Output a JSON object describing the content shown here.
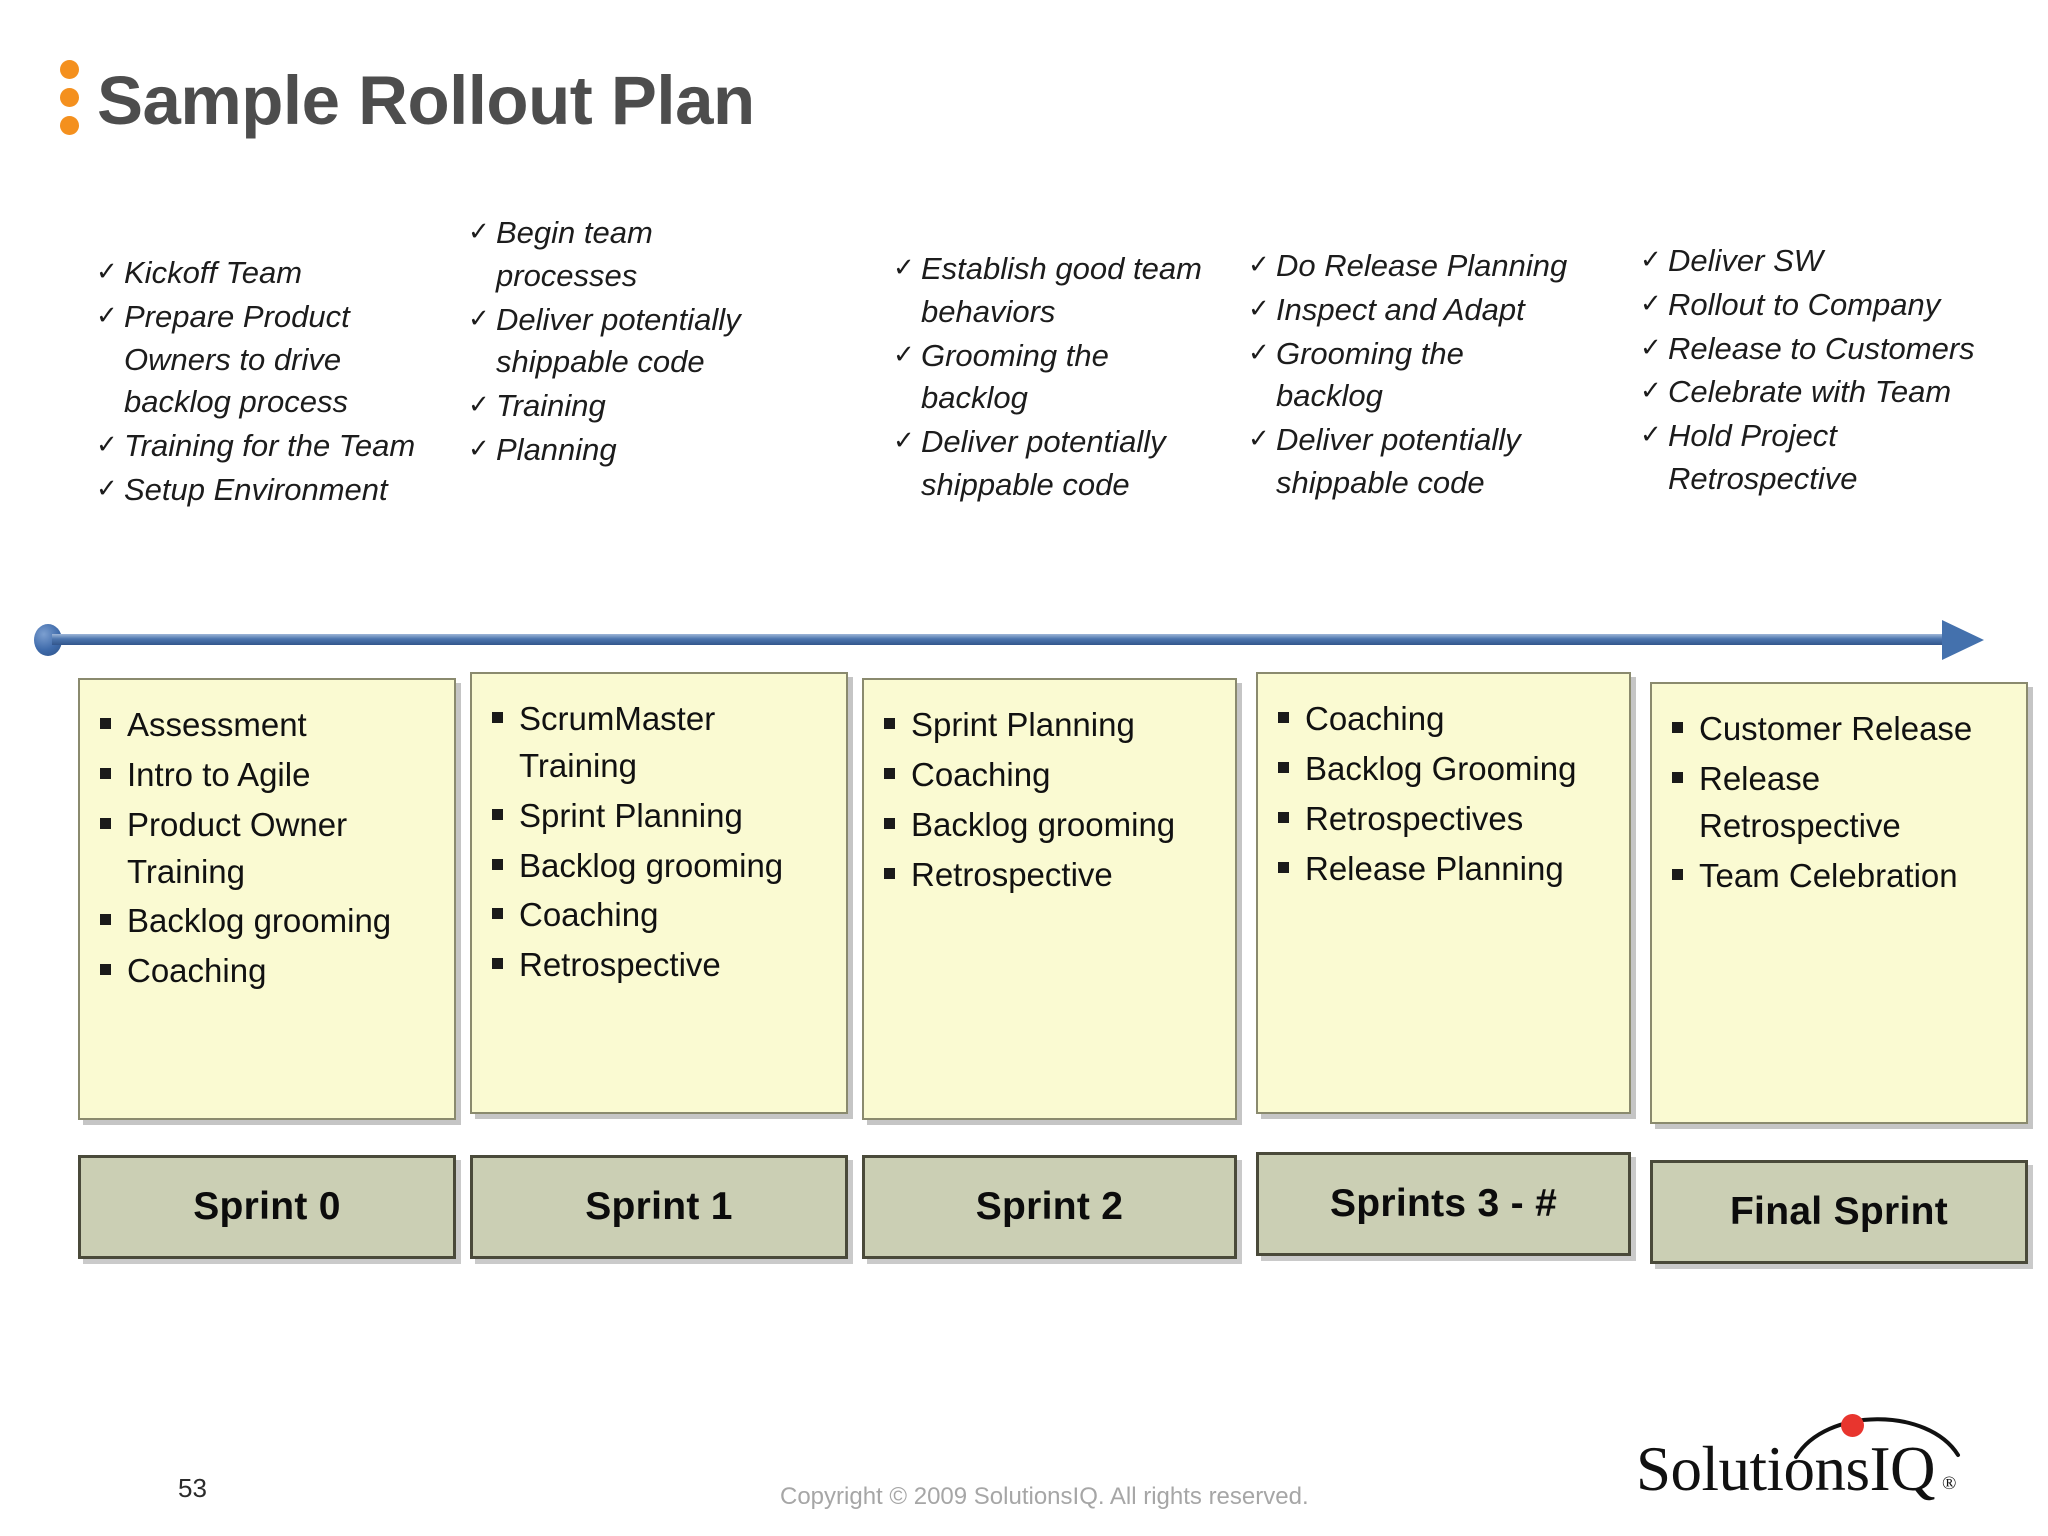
{
  "slide": {
    "title": "Sample Rollout Plan",
    "title_dots_count": 3,
    "accent_orange": "#F4901E",
    "page_number": "53",
    "copyright": "Copyright © 2009 SolutionsIQ. All rights reserved.",
    "check_glyph": "✓",
    "bullet_glyph": "▪"
  },
  "logo": {
    "wordmark": "SolutionsIQ",
    "registered_mark": "®",
    "dot_color": "#E8352E"
  },
  "timeline": {
    "arrow_color": "#4471AD",
    "direction": "left-to-right"
  },
  "columns": [
    {
      "sprint_label": "Sprint 0",
      "goals": [
        "Kickoff Team",
        "Prepare Product Owners to drive backlog process",
        "Training for the Team",
        "Setup Environment"
      ],
      "activities": [
        "Assessment",
        "Intro to Agile",
        "Product Owner Training",
        "Backlog grooming",
        "Coaching"
      ]
    },
    {
      "sprint_label": "Sprint 1",
      "goals": [
        "Begin team processes",
        "Deliver potentially shippable code",
        "Training",
        "Planning"
      ],
      "activities": [
        "ScrumMaster Training",
        "Sprint Planning",
        "Backlog grooming",
        "Coaching",
        "Retrospective"
      ]
    },
    {
      "sprint_label": "Sprint 2",
      "goals": [
        "Establish good team behaviors",
        "Grooming the backlog",
        "Deliver potentially shippable code"
      ],
      "activities": [
        "Sprint Planning",
        "Coaching",
        "Backlog grooming",
        "Retrospective"
      ]
    },
    {
      "sprint_label": "Sprints 3 - #",
      "goals": [
        "Do Release Planning",
        "Inspect and Adapt",
        "Grooming the backlog",
        "Deliver potentially shippable code"
      ],
      "activities": [
        "Coaching",
        "Backlog Grooming",
        "Retrospectives",
        "Release Planning"
      ]
    },
    {
      "sprint_label": "Final Sprint",
      "goals": [
        "Deliver SW",
        "Rollout to Company",
        "Release to Customers",
        "Celebrate with Team",
        "Hold Project Retrospective"
      ],
      "activities": [
        "Customer Release",
        "Release Retrospective",
        "Team Celebration"
      ]
    }
  ]
}
